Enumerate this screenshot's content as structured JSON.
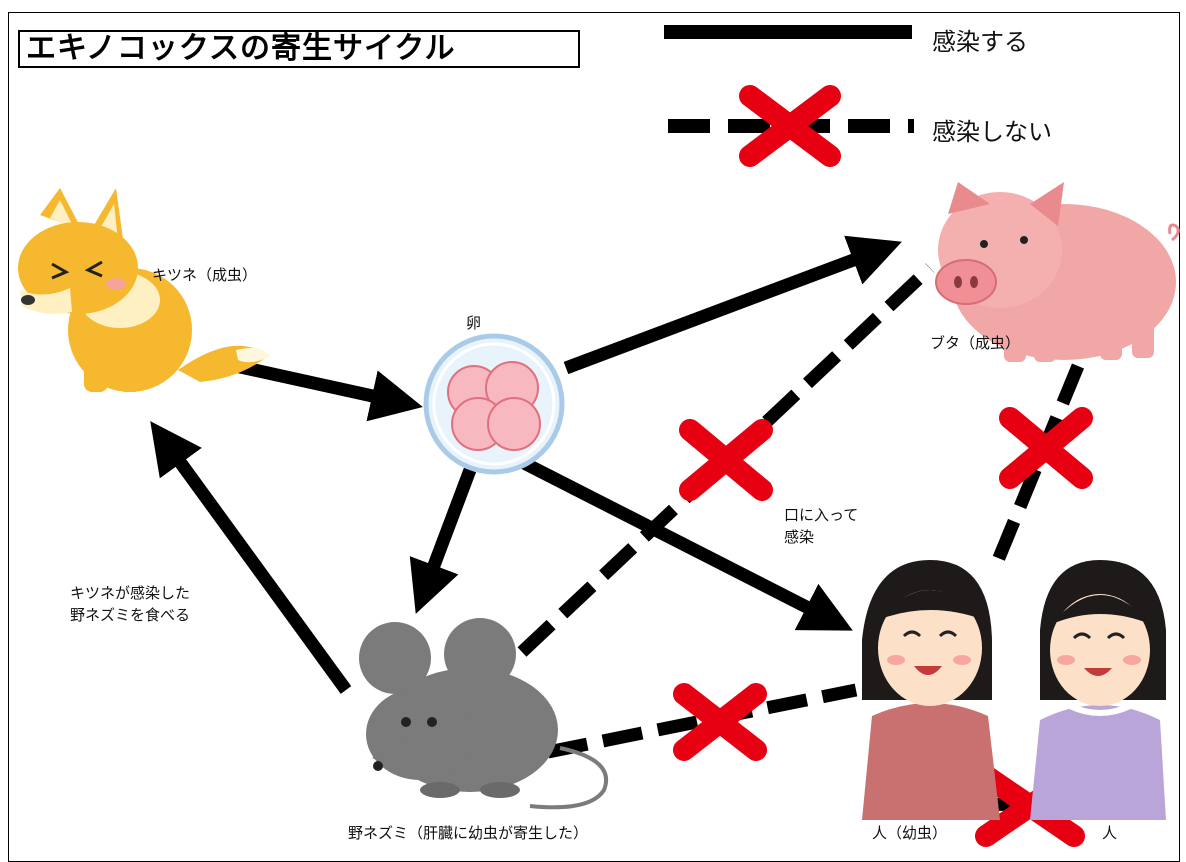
{
  "title": "エキノコックスの寄生サイクル",
  "legend": {
    "infect": "感染する",
    "no_infect": "感染しない"
  },
  "nodes": {
    "fox": "キツネ（成虫）",
    "egg": "卵",
    "pig": "ブタ（成虫）",
    "mouse": "野ネズミ（肝臓に幼虫が寄生した）",
    "human_larva": "人（幼虫）",
    "human": "人"
  },
  "annotations": {
    "mouth_line1": "口に入って",
    "mouth_line2": "感染",
    "fox_eats_line1": "キツネが感染した",
    "fox_eats_line2": "野ネズミを食べる"
  },
  "colors": {
    "fox": "#f5b82e",
    "pig": "#f2a7a7",
    "mouse": "#7b7b7b",
    "egg_cell": "#f7b8c0",
    "cross": "#e60012",
    "arrow": "#000000"
  }
}
